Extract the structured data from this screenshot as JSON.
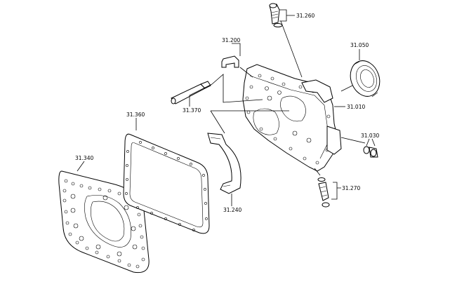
{
  "diagram": {
    "callouts": {
      "p31260": "31.260",
      "p31200": "31.200",
      "p31050": "31.050",
      "p31370": "31.370",
      "p31010": "31.010",
      "p31360": "31.360",
      "p31030": "31.030",
      "p31340": "31.340",
      "p31270": "31.270",
      "p31240": "31.240"
    }
  }
}
